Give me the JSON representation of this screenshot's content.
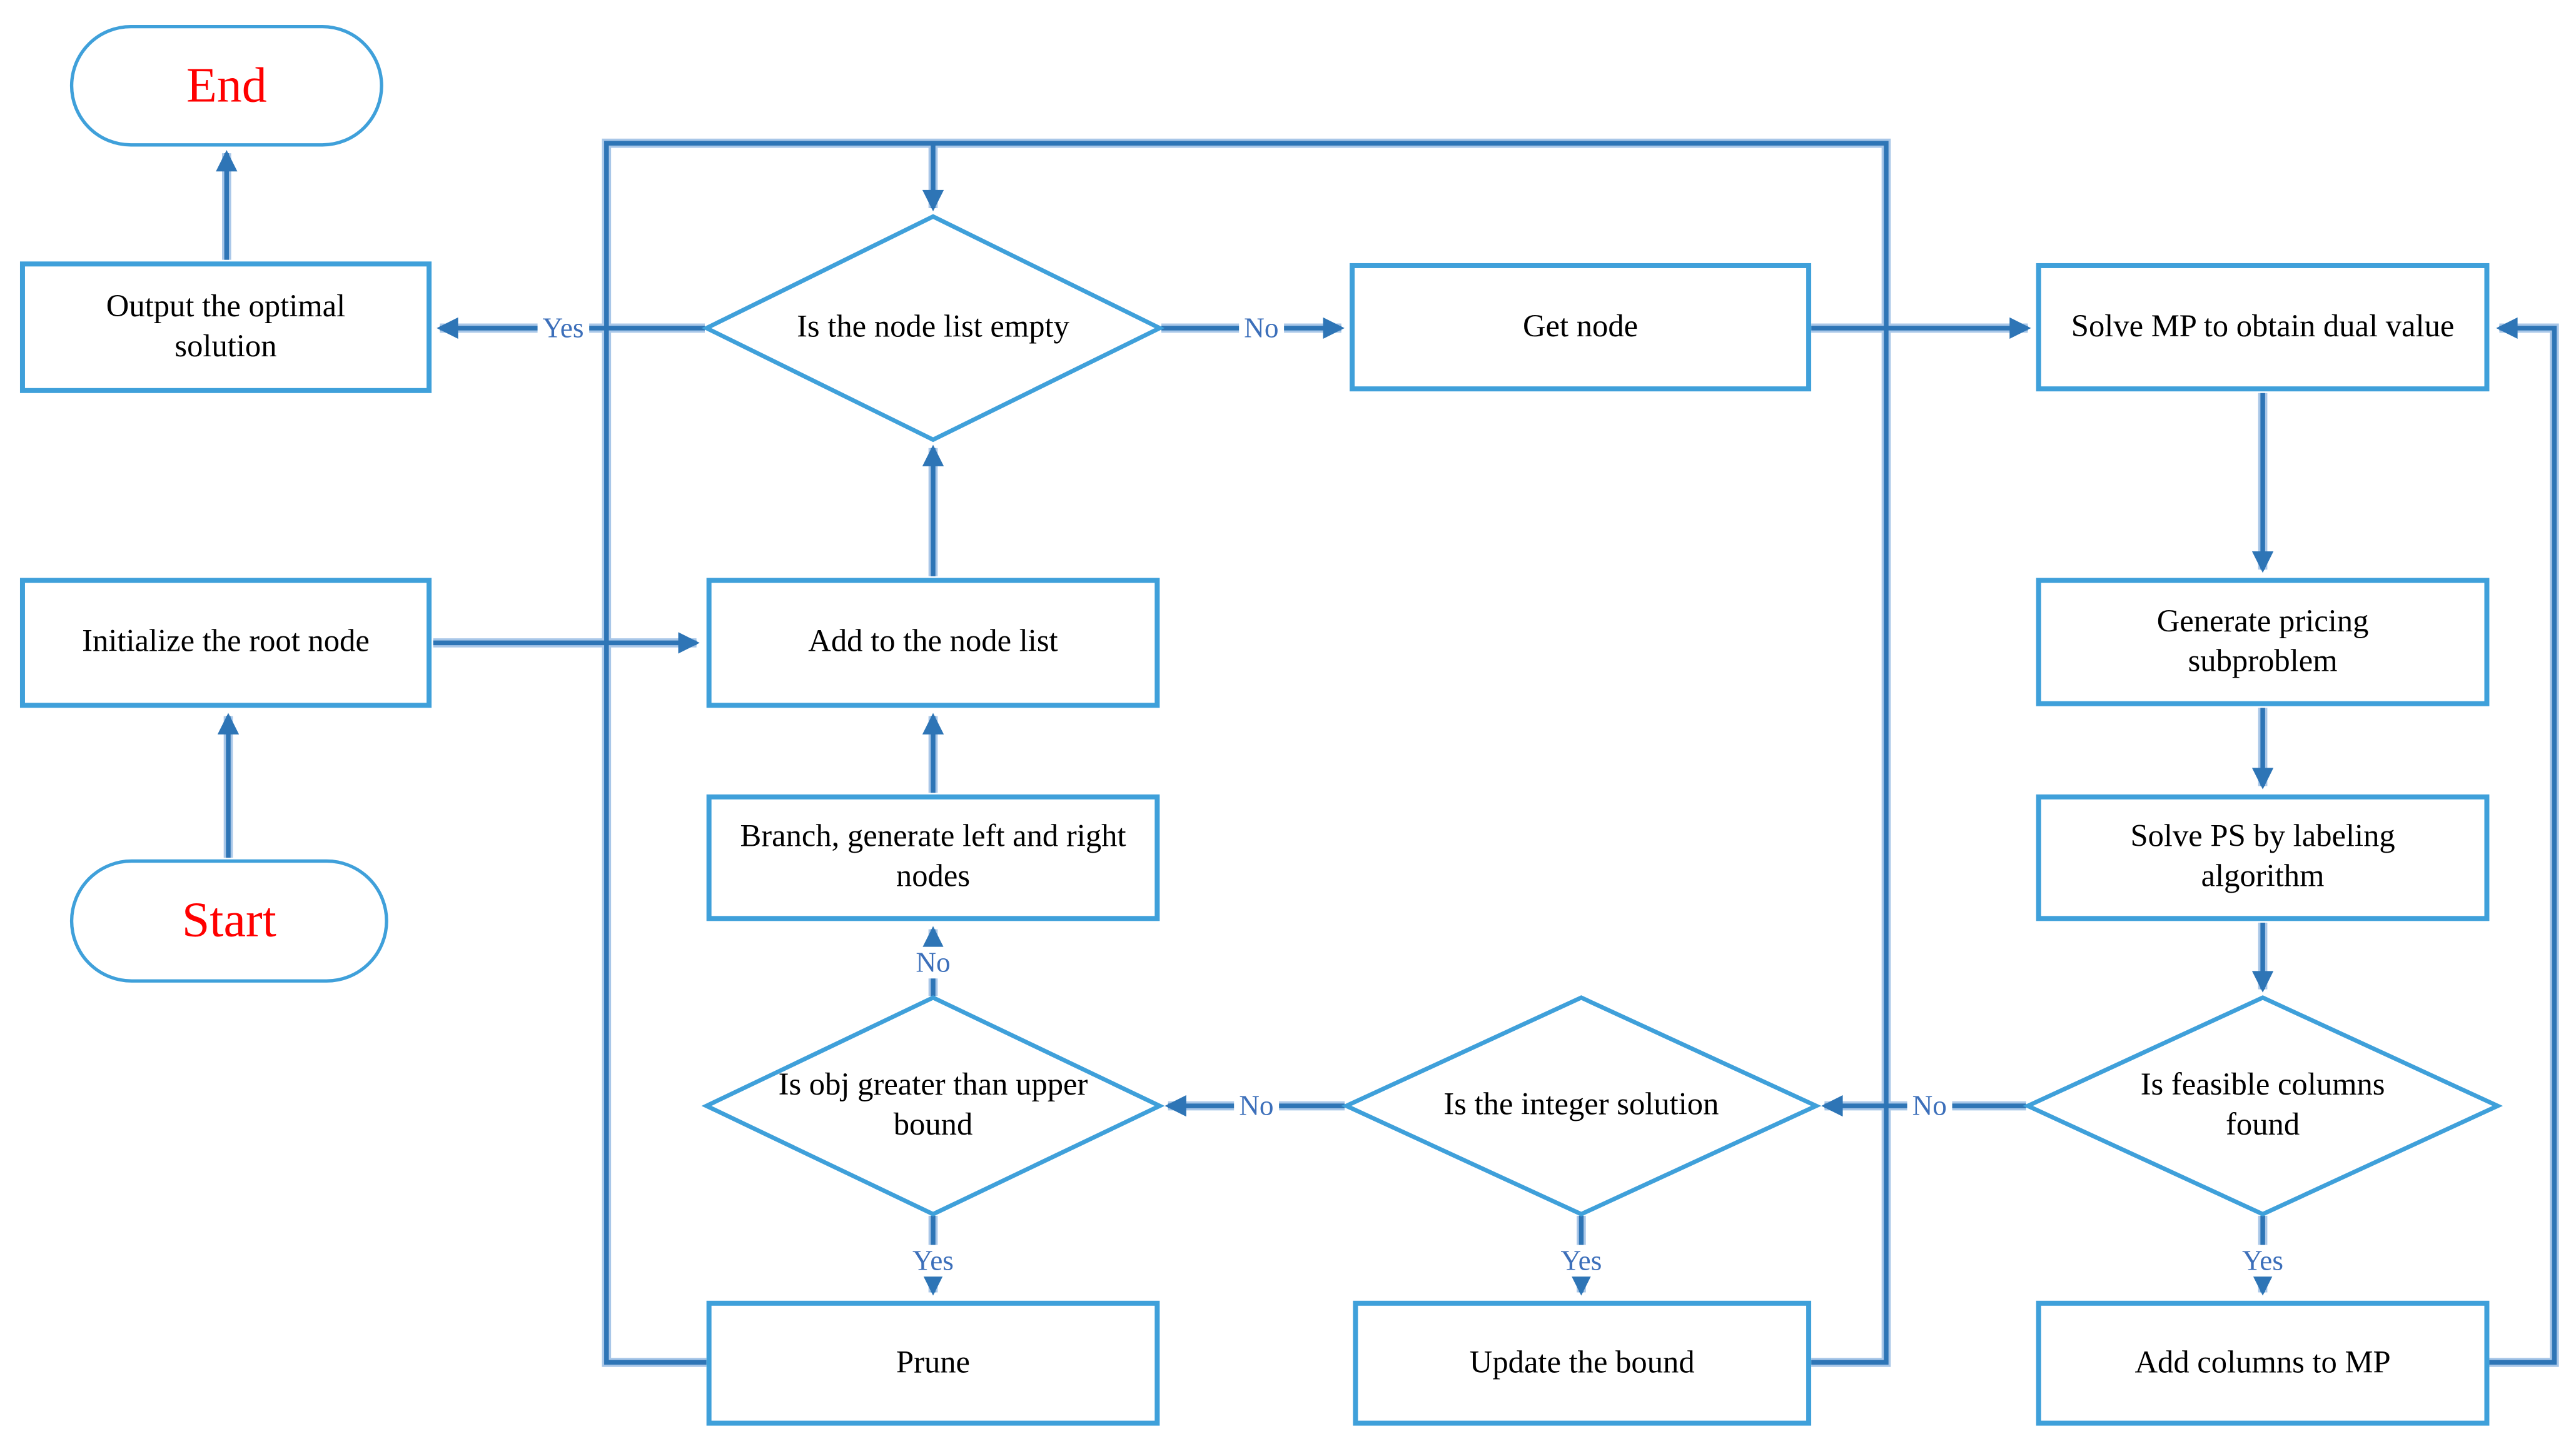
{
  "nodes": {
    "end": {
      "label": "End"
    },
    "output": {
      "label": "Output the optimal solution"
    },
    "init": {
      "label": "Initialize the root node"
    },
    "start": {
      "label": "Start"
    },
    "node_list_empty": {
      "label": "Is the node list empty"
    },
    "get_node": {
      "label": "Get node"
    },
    "solve_mp": {
      "label": "Solve MP to obtain dual value"
    },
    "gen_pricing": {
      "label": "Generate pricing subproblem"
    },
    "solve_ps": {
      "label": "Solve PS by labeling algorithm"
    },
    "feasible_cols": {
      "label": "Is feasible columns found"
    },
    "integer_sol": {
      "label": "Is the integer solution"
    },
    "obj_greater": {
      "label": "Is obj greater than upper bound"
    },
    "branch": {
      "label": "Branch, generate left and right nodes"
    },
    "add_list": {
      "label": "Add to the node list"
    },
    "prune": {
      "label": "Prune"
    },
    "update_bound": {
      "label": "Update the bound"
    },
    "add_cols": {
      "label": "Add columns to MP"
    }
  },
  "edge_labels": {
    "node_list_yes": "Yes",
    "node_list_no": "No",
    "obj_no": "No",
    "obj_yes": "Yes",
    "integer_no": "No",
    "integer_yes": "Yes",
    "feasible_no": "No",
    "feasible_yes": "Yes"
  },
  "colors": {
    "shape_border": "#3FA0DA",
    "connector": "#2E75B6",
    "connector_halo": "#A9C7E8",
    "terminal_text": "#FF0000",
    "branch_label_text": "#3C6FBA",
    "node_text": "#000000",
    "background": "#FFFFFF"
  }
}
